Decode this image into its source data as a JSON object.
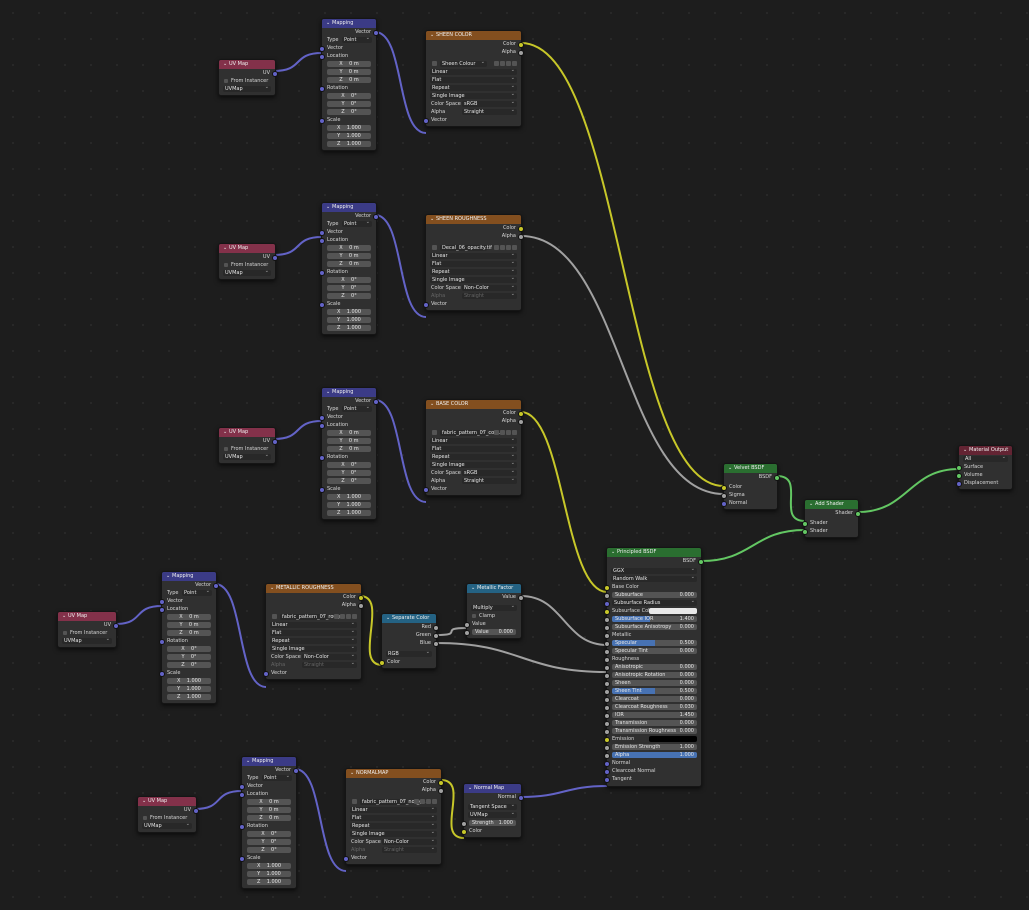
{
  "colors": {
    "background": "#1d1d1d",
    "uv_map_header": "#83314a",
    "mapping_header": "#3b3b86",
    "texture_header": "#834f1f",
    "shader_header": "#2a6e30",
    "converter_header": "#246283",
    "output_header": "#632433",
    "color_socket": "#c7c729",
    "float_socket": "#a1a1a1",
    "vector_socket": "#6363c7",
    "shader_socket": "#63c763"
  },
  "uvmap": {
    "title": "UV Map",
    "out_uv": "UV",
    "from_instancer": "From Instancer",
    "uvmap": "UVMap"
  },
  "mapping": {
    "title": "Mapping",
    "out_vector": "Vector",
    "type_label": "Type",
    "type_value": "Point",
    "in_vector": "Vector",
    "location": "Location",
    "rotation": "Rotation",
    "scale": "Scale",
    "x": "X",
    "y": "Y",
    "z": "Z",
    "loc_val": "0 m",
    "rot_val": "0°",
    "scale_val": "1.000"
  },
  "tex": {
    "color": "Color",
    "alpha": "Alpha",
    "vector": "Vector",
    "linear": "Linear",
    "flat": "Flat",
    "repeat": "Repeat",
    "single": "Single Image",
    "colorspace": "Color Space",
    "alpha_label": "Alpha",
    "straight": "Straight",
    "srgb": "sRGB",
    "noncolor": "Non-Color"
  },
  "tex1": {
    "title": "SHEEN COLOR",
    "image": "Sheen Colour"
  },
  "tex2": {
    "title": "SHEEN ROUGHNESS",
    "image": "Decal_06_opacity.tif"
  },
  "tex3": {
    "title": "BASE COLOR",
    "image": "fabric_pattern_07_col..."
  },
  "tex4": {
    "title": "METALLIC ROUGHNESS",
    "image": "fabric_pattern_07_roug..."
  },
  "tex5": {
    "title": "NORMALMAP",
    "image": "fabric_pattern_07_nor_gl..."
  },
  "sepcol": {
    "title": "Separate Color",
    "red": "Red",
    "green": "Green",
    "blue": "Blue",
    "mode": "RGB",
    "color": "Color"
  },
  "math": {
    "title": "Metallic Factor",
    "value_out": "Value",
    "op": "Multiply",
    "clamp": "Clamp",
    "value_in": "Value",
    "value_label": "Value",
    "value_num": "0.000"
  },
  "normalmap": {
    "title": "Normal Map",
    "normal": "Normal",
    "space": "Tangent Space",
    "uvmap": "UVMap",
    "strength": "Strength",
    "strength_val": "1.000",
    "color": "Color"
  },
  "velvet": {
    "title": "Velvet BSDF",
    "bsdf": "BSDF",
    "color": "Color",
    "sigma": "Sigma",
    "normal": "Normal"
  },
  "addshader": {
    "title": "Add Shader",
    "out": "Shader",
    "in1": "Shader",
    "in2": "Shader"
  },
  "matout": {
    "title": "Material Output",
    "target": "All",
    "surface": "Surface",
    "volume": "Volume",
    "displacement": "Displacement"
  },
  "principled": {
    "title": "Principled BSDF",
    "bsdf": "BSDF",
    "dist": "GGX",
    "sss": "Random Walk",
    "rows": [
      {
        "t": "s",
        "k": "c",
        "label": "Base Color"
      },
      {
        "t": "f",
        "label": "Subsurface",
        "val": "0.000"
      },
      {
        "t": "d",
        "label": "Subsurface Radius"
      },
      {
        "t": "sw",
        "label": "Subsurface Color"
      },
      {
        "t": "f",
        "label": "Subsurface IOR",
        "val": "1.400",
        "fill": 0.45
      },
      {
        "t": "f",
        "label": "Subsurface Anisotropy",
        "val": "0.000"
      },
      {
        "t": "s",
        "k": "f",
        "label": "Metallic"
      },
      {
        "t": "f",
        "label": "Specular",
        "val": "0.500",
        "fill": 0.5
      },
      {
        "t": "f",
        "label": "Specular Tint",
        "val": "0.000"
      },
      {
        "t": "s",
        "k": "f",
        "label": "Roughness"
      },
      {
        "t": "f",
        "label": "Anisotropic",
        "val": "0.000"
      },
      {
        "t": "f",
        "label": "Anisotropic Rotation",
        "val": "0.000"
      },
      {
        "t": "f",
        "label": "Sheen",
        "val": "0.000"
      },
      {
        "t": "f",
        "label": "Sheen Tint",
        "val": "0.500",
        "fill": 0.5
      },
      {
        "t": "f",
        "label": "Clearcoat",
        "val": "0.000"
      },
      {
        "t": "f",
        "label": "Clearcoat Roughness",
        "val": "0.030"
      },
      {
        "t": "f",
        "label": "IOR",
        "val": "1.450"
      },
      {
        "t": "f",
        "label": "Transmission",
        "val": "0.000"
      },
      {
        "t": "f",
        "label": "Transmission Roughness",
        "val": "0.000"
      },
      {
        "t": "sw2",
        "label": "Emission"
      },
      {
        "t": "f",
        "label": "Emission Strength",
        "val": "1.000"
      },
      {
        "t": "f",
        "label": "Alpha",
        "val": "1.000",
        "fill": 1
      },
      {
        "t": "s",
        "k": "v",
        "label": "Normal"
      },
      {
        "t": "s",
        "k": "v",
        "label": "Clearcoat Normal"
      },
      {
        "t": "s",
        "k": "v",
        "label": "Tangent"
      }
    ]
  }
}
